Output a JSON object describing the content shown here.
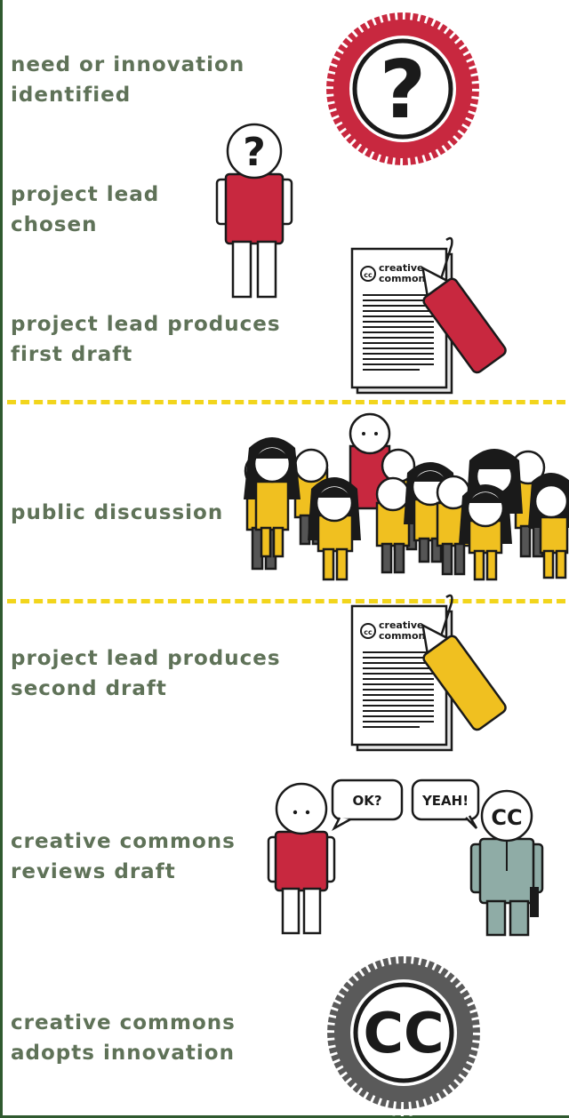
{
  "steps": [
    {
      "line1": "need or innovation",
      "line2": "identified",
      "icon": "question-badge-icon"
    },
    {
      "line1": "project lead",
      "line2": "chosen",
      "icon": "person-question-icon"
    },
    {
      "line1": "project lead produces",
      "line2": "first draft",
      "icon": "document-pen-icon"
    },
    {
      "line1": "public discussion",
      "line2": "",
      "icon": "crowd-icon"
    },
    {
      "line1": "project lead produces",
      "line2": "second draft",
      "icon": "document-pen-icon"
    },
    {
      "line1": "creative commons",
      "line2": "reviews draft",
      "icon": "review-conversation-icon"
    },
    {
      "line1": "creative commons",
      "line2": "adopts innovation",
      "icon": "cc-badge-icon"
    }
  ],
  "doc_logo_text": [
    "creative",
    "commons"
  ],
  "doc_logo_symbol": "cc",
  "speech": {
    "left": "OK?",
    "right": "YEAH!"
  },
  "cc_head": "CC",
  "badge_question": "?",
  "head_question": "?",
  "badge_cc": "CC",
  "colors": {
    "label": "#5f7258",
    "red": "#c8283f",
    "yellow": "#f0c020",
    "divider": "#f2d51c",
    "teal": "#8faca6",
    "badge_gray": "#5a5a5a"
  }
}
